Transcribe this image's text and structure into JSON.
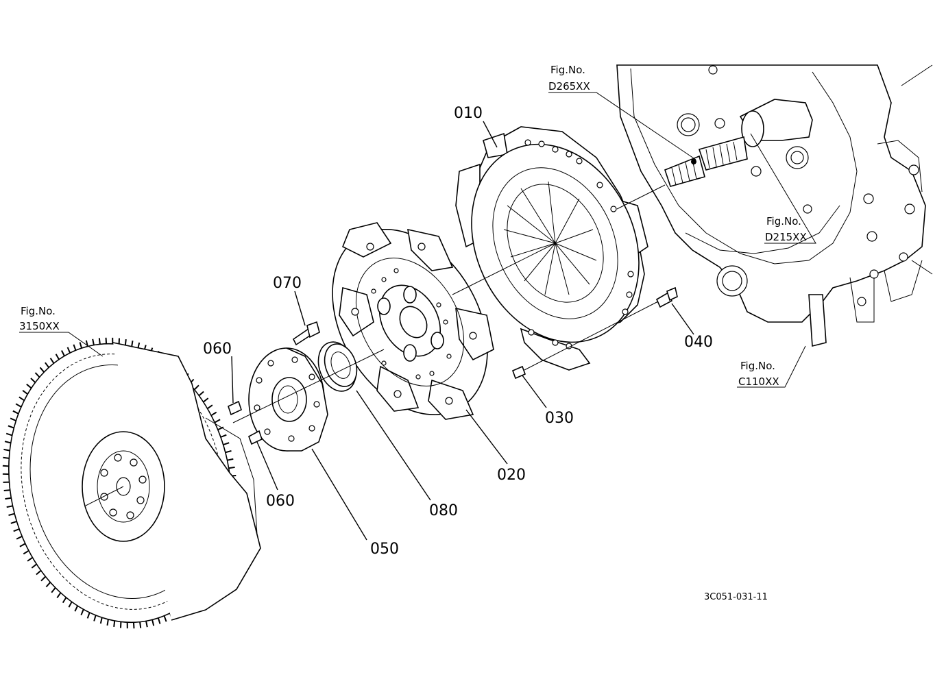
{
  "diagram": {
    "part_labels": {
      "p010": "010",
      "p020": "020",
      "p030": "030",
      "p040": "040",
      "p050": "050",
      "p060a": "060",
      "p060b": "060",
      "p070": "070",
      "p080": "080"
    },
    "figure_refs": {
      "d265": {
        "line1": "Fig.No.",
        "line2": "D265XX"
      },
      "d215": {
        "line1": "Fig.No.",
        "line2": "D215XX"
      },
      "f3150": {
        "line1": "Fig.No.",
        "line2": "3150XX"
      },
      "c110": {
        "line1": "Fig.No.",
        "line2": "C110XX"
      }
    },
    "drawing_code": "3C051-031-11"
  }
}
